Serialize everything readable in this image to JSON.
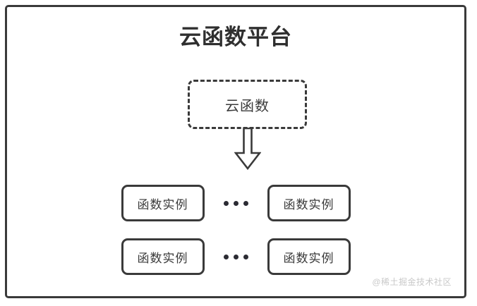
{
  "diagram": {
    "title": "云函数平台",
    "colors": {
      "stroke": "#3a3a3a",
      "background": "#ffffff",
      "title_text": "#2f2f2f",
      "dot": "#2b2b33",
      "watermark_text": "#c9c9c9"
    },
    "cloud_function": {
      "label": "云函数",
      "border_style": "dashed"
    },
    "arrow": {
      "icon": "down-block-arrow-icon",
      "direction": "down"
    },
    "instance_rows": [
      {
        "left_label": "函数实例",
        "ellipsis": "•••",
        "right_label": "函数实例"
      },
      {
        "left_label": "函数实例",
        "ellipsis": "•••",
        "right_label": "函数实例"
      }
    ],
    "watermark": "@稀土掘金技术社区"
  }
}
